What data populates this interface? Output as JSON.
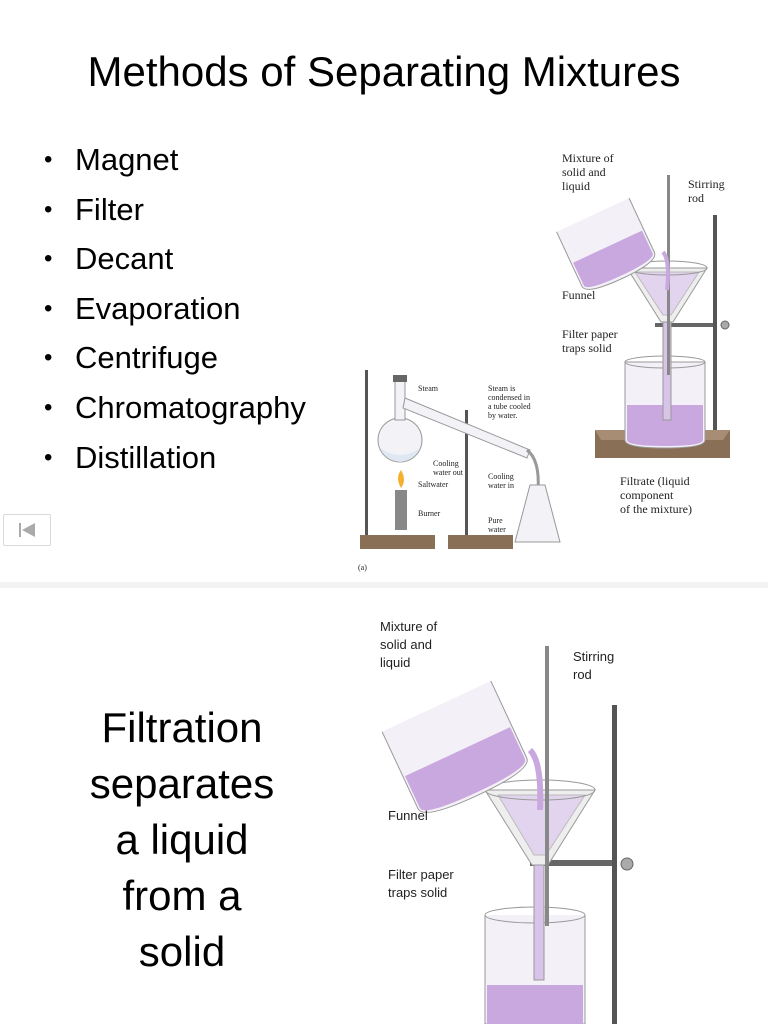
{
  "slide1": {
    "title": "Methods of Separating Mixtures",
    "bullets": [
      "Magnet",
      "Filter",
      "Decant",
      "Evaporation",
      "Centrifuge",
      "Chromatography",
      "Distillation"
    ],
    "filtration_labels": {
      "mixture": [
        "Mixture of",
        "solid and",
        "liquid"
      ],
      "stirring_rod": [
        "Stirring",
        "rod"
      ],
      "funnel": "Funnel",
      "filter_paper": [
        "Filter paper",
        "traps solid"
      ],
      "filtrate": [
        "Filtrate (liquid",
        "component",
        "of the mixture)"
      ]
    },
    "distillation_labels": {
      "steam": "Steam",
      "steam_condensed": [
        "Steam is",
        "condensed in",
        "a tube cooled",
        "by water."
      ],
      "cooling_out": [
        "Cooling",
        "water out"
      ],
      "saltwater": "Saltwater",
      "cooling_in": [
        "Cooling",
        "water in"
      ],
      "burner": "Burner",
      "pure_water": [
        "Pure",
        "water"
      ],
      "panel": "(a)"
    }
  },
  "slide2": {
    "heading_lines": [
      "Filtration",
      "separates",
      "a liquid",
      "from a",
      "solid"
    ],
    "labels": {
      "mixture": [
        "Mixture of",
        "solid and",
        "liquid"
      ],
      "stirring_rod": [
        "Stirring",
        "rod"
      ],
      "funnel": "Funnel",
      "filter_paper": [
        "Filter paper",
        "traps solid"
      ]
    }
  },
  "colors": {
    "liquid": "#c9a8e0",
    "glass": "#8c8c8c",
    "stand": "#8a6f57"
  }
}
